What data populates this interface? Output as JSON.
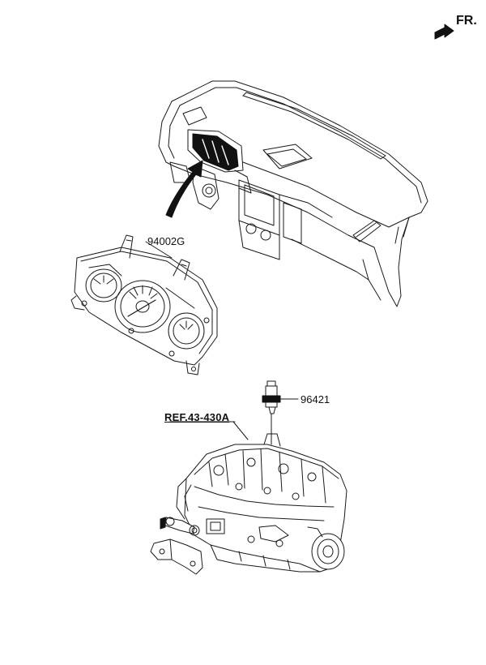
{
  "orientation": {
    "label": "FR.",
    "icon": "arrow-icon"
  },
  "parts": {
    "cluster": {
      "number": "94002G"
    },
    "sensor": {
      "number": "96421"
    },
    "transmission_ref": {
      "label": "REF.43-430A"
    }
  },
  "colors": {
    "line": "#1a1a1a",
    "fill": "#ffffff"
  }
}
